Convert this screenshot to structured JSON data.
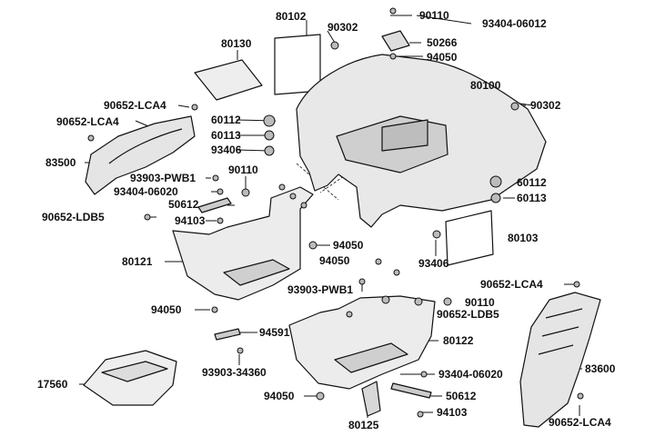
{
  "labels": {
    "p80102": "80102",
    "p90302_top": "90302",
    "p90110_top": "90110",
    "p93404_06012": "93404-06012",
    "p80130": "80130",
    "p50266": "50266",
    "p94050_top": "94050",
    "p80100": "80100",
    "p90652_lca4_a": "90652-LCA4",
    "p90302_right": "90302",
    "p90652_lca4_b": "90652-LCA4",
    "p60112_mid": "60112",
    "p60113_mid": "60113",
    "p93406_mid": "93406",
    "p83500": "83500",
    "p93903_pwb1_a": "93903-PWB1",
    "p90110_mid": "90110",
    "p60112_right": "60112",
    "p60113_right": "60113",
    "p93404_06020_a": "93404-06020",
    "p50612_a": "50612",
    "p90652_ldb5_a": "90652-LDB5",
    "p94103_a": "94103",
    "p80103": "80103",
    "p94050_mid": "94050",
    "p80121": "80121",
    "p94050_b": "94050",
    "p93406_b": "93406",
    "p93903_pwb1_b": "93903-PWB1",
    "p90652_lca4_c": "90652-LCA4",
    "p90110_b": "90110",
    "p94050_c": "94050",
    "p90652_ldb5_b": "90652-LDB5",
    "p94591": "94591",
    "p80122": "80122",
    "p83600": "83600",
    "p93903_34360": "93903-34360",
    "p17560": "17560",
    "p93404_06020_b": "93404-06020",
    "p94050_d": "94050",
    "p50612_b": "50612",
    "p94103_b": "94103",
    "p80125": "80125",
    "p90652_lca4_d": "90652-LCA4"
  }
}
